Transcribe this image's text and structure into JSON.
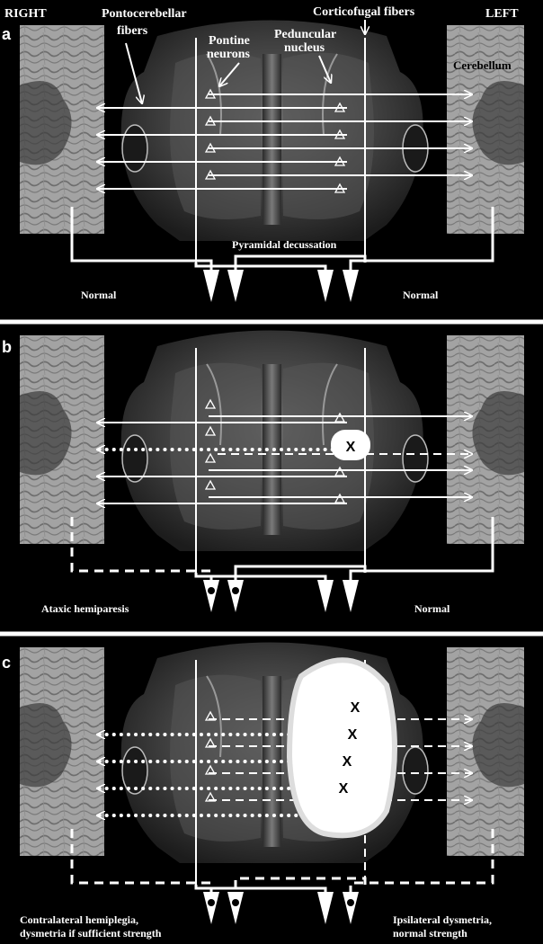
{
  "panels": [
    {
      "letter": "a",
      "lesion": "none",
      "left_outcome": "Normal",
      "right_outcome": "Normal"
    },
    {
      "letter": "b",
      "lesion": "small",
      "left_outcome": "Ataxic hemiparesis",
      "right_outcome": "Normal"
    },
    {
      "letter": "c",
      "lesion": "large",
      "left_outcome_line1": "Contralateral hemiplegia,",
      "left_outcome_line2": "dysmetria if sufficient strength",
      "right_outcome_line1": "Ipsilateral dysmetria,",
      "right_outcome_line2": "normal strength"
    }
  ],
  "labels": {
    "right_side": "RIGHT",
    "left_side": "LEFT",
    "pontocerebellar_line1": "Pontocerebellar",
    "pontocerebellar_line2": "fibers",
    "pontine_line1": "Pontine",
    "pontine_line2": "neurons",
    "peduncular_line1": "Peduncular",
    "peduncular_line2": "nucleus",
    "corticofugal": "Corticofugal fibers",
    "cerebellum": "Cerebellum",
    "pyramidal_decussation": "Pyramidal decussation"
  },
  "lesion_mark": "X",
  "colors": {
    "background": "#000000",
    "lines": "#ffffff",
    "lesion": "#ffffff"
  }
}
